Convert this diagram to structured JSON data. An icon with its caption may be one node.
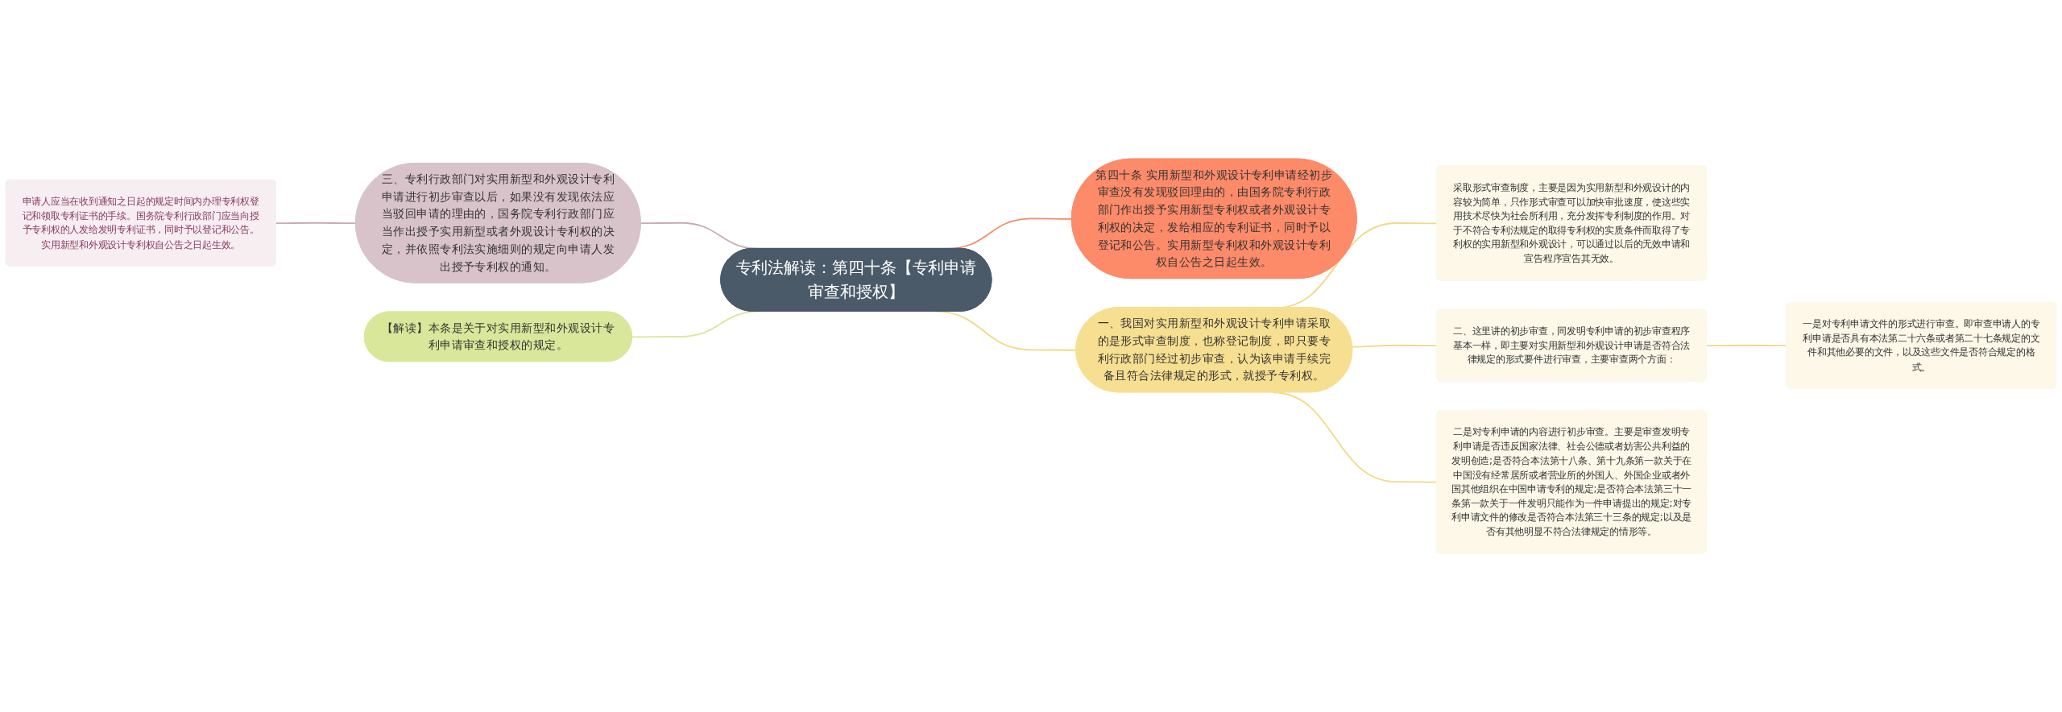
{
  "diagram": {
    "nodes": [
      {
        "text": [
          "专利法解读：第四十条【专利申请审查和授权】"
        ]
      },
      {
        "text": [
          "第四十条 实用新型和外观设计专利申请经初步审查没有发现驳回理由的，由国务院专利行政部门作出授予实用新型专利权或者外观设计专利权的决定，发给相应的专利证书，同时予以登记和公告。实用新型专利权和外观设计专利权自公告之日起生效。"
        ]
      },
      {
        "text": [
          "【解读】本条是关于对实用新型和外观设计专利申请审查和授权的规定。"
        ]
      },
      {
        "text": [
          "三、专利行政部门对实用新型和外观设计专利申请进行初步审查以后，如果没有发现依法应当驳回申请的理由的，国务院专利行政部门应当作出授予实用新型或者外观设计专利权的决定，并依照专利法实施细则的规定向申请人发出授予专利权的通知。"
        ]
      },
      {
        "text": [
          "申请人应当在收到通知之日起的规定时间内办理专利权登记和领取专利证书的手续。国务院专利行政部门应当向授予专利权的人发给发明专利证书，同时予以登记和公告。实用新型和外观设计专利权自公告之日起生效。"
        ]
      },
      {
        "text": [
          "一、我国对实用新型和外观设计专利申请采取的是形式审查制度，也称登记制度，即只要专利行政部门经过初步审查，认为该申请手续完备且符合法律规定的形式，就授予专利权。"
        ]
      },
      {
        "text": [
          "采取形式审查制度，主要是因为实用新型和外观设计的内容较为简单，只作形式审查可以加快审批速度，使这些实用技术尽快为社会所利用，充分发挥专利制度的作用。对于不符合专利法规定的取得专利权的实质条件而取得了专利权的实用新型和外观设计，可以通过以后的无效申请和宣告程序宣告其无效。"
        ]
      },
      {
        "text": [
          "二、这里讲的初步审查，同发明专利申请的初步审查程序基本一样，即主要对实用新型和外观设计申请是否符合法律规定的形式要件进行审查，主要审查两个方面："
        ]
      },
      {
        "text": [
          "二是对专利申请的内容进行初步审查。主要是审查发明专利申请是否违反国家法律、社会公德或者妨害公共利益的发明创造;是否符合本法第十八条、第十九条第一款关于在中国没有经常居所或者营业所的外国人、外国企业或者外国其他组织在中国申请专利的规定;是否符合本法第三十一条第一款关于一件发明只能作为一件申请提出的规定;对专利申请文件的修改是否符合本法第三十三条的规定;以及是否有其他明显不符合法律规定的情形等。"
        ]
      },
      {
        "text": [
          "一是对专利申请文件的形式进行审查。即审查申请人的专利申请是否具有本法第二十六条或者第二十七条规定的文件和其他必要的文件，以及这些文件是否符合规定的格式。"
        ]
      }
    ],
    "edges": [
      {
        "from": 4,
        "to": 3,
        "arrow": "none",
        "color": "#c9aab6"
      },
      {
        "from": 3,
        "to": 0,
        "arrow": "none",
        "color": "#c9aab6"
      },
      {
        "from": 2,
        "to": 0,
        "arrow": "none",
        "color": "#d9e59c"
      },
      {
        "from": 0,
        "to": 1,
        "arrow": "none",
        "color": "#f08d6e"
      },
      {
        "from": 0,
        "to": 5,
        "arrow": "none",
        "color": "#f2d985"
      },
      {
        "from": 5,
        "to": 6,
        "arrow": "none",
        "color": "#f2d985"
      },
      {
        "from": 5,
        "to": 7,
        "arrow": "none",
        "color": "#f2d985"
      },
      {
        "from": 5,
        "to": 8,
        "arrow": "none",
        "color": "#f2d985"
      },
      {
        "from": 7,
        "to": 9,
        "arrow": "none",
        "color": "#f2d985"
      }
    ]
  }
}
